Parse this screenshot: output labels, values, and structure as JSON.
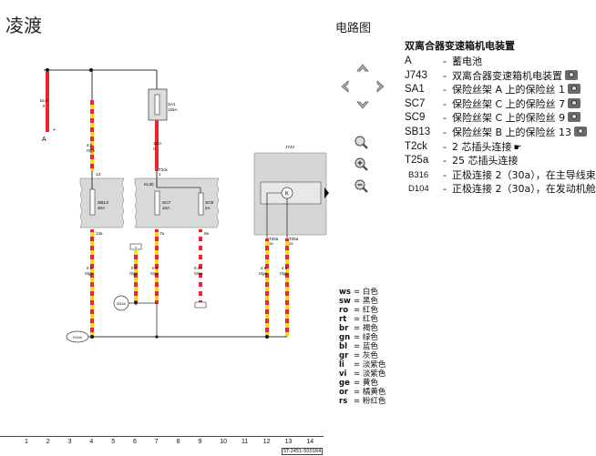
{
  "brand": "凌渡",
  "section_title": "电路图",
  "legend": {
    "title": "双离合器变速箱机电装置",
    "items": [
      {
        "key": "A",
        "dash": "-",
        "desc": "蓄电池",
        "camera": false,
        "small": false
      },
      {
        "key": "J743",
        "dash": "-",
        "desc": "双离合器变速箱机电装置",
        "camera": true,
        "small": false
      },
      {
        "key": "SA1",
        "dash": "-",
        "desc": "保险丝架 A 上的保险丝 1",
        "camera": true,
        "small": false
      },
      {
        "key": "SC7",
        "dash": "-",
        "desc": "保险丝架 C 上的保险丝 7",
        "camera": true,
        "small": false
      },
      {
        "key": "SC9",
        "dash": "-",
        "desc": "保险丝架 C 上的保险丝 9",
        "camera": true,
        "small": false
      },
      {
        "key": "SB13",
        "dash": "-",
        "desc": "保险丝架 B 上的保险丝 13",
        "camera": true,
        "small": false
      },
      {
        "key": "T2ck",
        "dash": "-",
        "desc": "2 芯插头连接",
        "camera": false,
        "small": false
      },
      {
        "key": "T25a",
        "dash": "-",
        "desc": "25 芯插头连接",
        "camera": false,
        "small": false
      },
      {
        "key": "B316",
        "dash": "-",
        "desc": "正极连接 2（30a），在主导线束",
        "camera": false,
        "small": true
      },
      {
        "key": "D104",
        "dash": "-",
        "desc": "正极连接 2（30a），在发动机舱",
        "camera": false,
        "small": true
      }
    ]
  },
  "wire_colors": [
    {
      "code": "ws",
      "name": "白色"
    },
    {
      "code": "sw",
      "name": "黑色"
    },
    {
      "code": "ro",
      "name": "红色"
    },
    {
      "code": "rt",
      "name": "红色"
    },
    {
      "code": "br",
      "name": "褐色"
    },
    {
      "code": "gn",
      "name": "绿色"
    },
    {
      "code": "bl",
      "name": "蓝色"
    },
    {
      "code": "gr",
      "name": "灰色"
    },
    {
      "code": "li",
      "name": "淡紫色"
    },
    {
      "code": "vi",
      "name": "淡紫色"
    },
    {
      "code": "ge",
      "name": "黄色"
    },
    {
      "code": "or",
      "name": "橘黄色"
    },
    {
      "code": "rs",
      "name": "粉红色"
    }
  ],
  "axis_ticks": [
    "1",
    "2",
    "3",
    "4",
    "5",
    "6",
    "7",
    "8",
    "9",
    "10",
    "11",
    "12",
    "13",
    "14"
  ],
  "page_id": "ST-2451-5001R4",
  "diagram": {
    "battery_label": "A",
    "battery_wire": [
      "16.0",
      "rt"
    ],
    "wire1": [
      "4.0",
      "rt/ge"
    ],
    "wire1_pin": "13",
    "fuse_sa1": [
      "SA1",
      "125A"
    ],
    "wire_sa1_out": [
      "16.0",
      "rt"
    ],
    "t2ck_pin": "T2ck",
    "t2ck_pin_num": "1",
    "kl30": "KL30",
    "fuse_sb13": [
      "SB13",
      "30A"
    ],
    "fuse_sc7": [
      "SC7",
      "10A"
    ],
    "fuse_sc9": [
      "SC9",
      "2A"
    ],
    "pin_13a": "13a",
    "pin_7a": "7a",
    "pin_9a": "9a",
    "pin_t2": "1",
    "wire_sb13_out": [
      "2.5",
      "rt/ge"
    ],
    "wire_t2": [
      "0.5",
      "rt/ge"
    ],
    "wire_sc7_out": [
      "0.5",
      "rt/ge"
    ],
    "wire_sc9_out": [
      "0.35",
      "rt/ws"
    ],
    "j743": "J743",
    "t25a_pin_a": "T25a",
    "t25a_pin_a_num": "18",
    "t25a_pin_b": "T25a",
    "t25a_pin_b_num": "25",
    "wire_t25a_a": [
      "2.5",
      "rt/ge"
    ],
    "wire_t25a_b": [
      "2.5",
      "rt/ge"
    ],
    "b316": "B316",
    "d104": "D104",
    "connector_box": "T2ck"
  }
}
